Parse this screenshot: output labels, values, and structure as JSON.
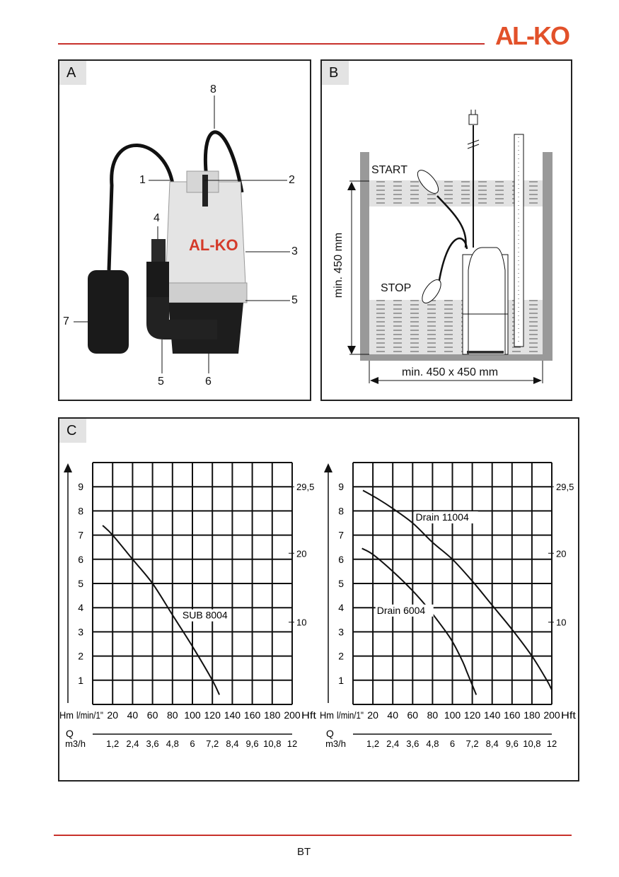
{
  "header": {
    "logo": "AL-KO",
    "brand_color": "#e2512a",
    "rule_color": "#c8312b"
  },
  "panel_a": {
    "label": "A",
    "product_logo": "AL-KO",
    "callouts": [
      "1",
      "2",
      "3",
      "4",
      "5",
      "5",
      "6",
      "7",
      "8"
    ]
  },
  "panel_b": {
    "label": "B",
    "start_label": "START",
    "stop_label": "STOP",
    "height_dim": "min. 450 mm",
    "floor_dim": "min. 450 x 450 mm"
  },
  "panel_c": {
    "label": "C"
  },
  "chart_data": [
    {
      "type": "line",
      "title": "",
      "xlabel": "l/min/1\"",
      "ylabel": "Hm",
      "secondary_xlabel": "m3/h",
      "secondary_ylabel": "Hft",
      "q_label": "Q",
      "xlim": [
        0,
        200
      ],
      "ylim": [
        0,
        10
      ],
      "grid": true,
      "x_ticks": [
        "20",
        "40",
        "60",
        "80",
        "100",
        "120",
        "140",
        "160",
        "180",
        "200"
      ],
      "x2_ticks": [
        "1,2",
        "2,4",
        "3,6",
        "4,8",
        "6",
        "7,2",
        "8,4",
        "9,6",
        "10,8",
        "12"
      ],
      "y_ticks": [
        "1",
        "2",
        "3",
        "4",
        "5",
        "6",
        "7",
        "8",
        "9"
      ],
      "hft_ticks": [
        {
          "label": "29,5",
          "at_m": 9
        },
        {
          "label": "20",
          "at_m": 6.25
        },
        {
          "label": "10",
          "at_m": 3.4
        }
      ],
      "series": [
        {
          "name": "SUB 8004",
          "label_at": [
            90,
            3.55
          ],
          "points": [
            [
              10,
              7.4
            ],
            [
              20,
              7.0
            ],
            [
              40,
              6.0
            ],
            [
              60,
              5.0
            ],
            [
              80,
              3.7
            ],
            [
              100,
              2.4
            ],
            [
              120,
              1.0
            ],
            [
              127,
              0.4
            ]
          ]
        }
      ]
    },
    {
      "type": "line",
      "title": "",
      "xlabel": "l/min/1\"",
      "ylabel": "Hm",
      "secondary_xlabel": "m3/h",
      "secondary_ylabel": "Hft",
      "q_label": "Q",
      "xlim": [
        0,
        200
      ],
      "ylim": [
        0,
        10
      ],
      "grid": true,
      "x_ticks": [
        "20",
        "40",
        "60",
        "80",
        "100",
        "120",
        "140",
        "160",
        "180",
        "200"
      ],
      "x2_ticks": [
        "1,2",
        "2,4",
        "3,6",
        "4,8",
        "6",
        "7,2",
        "8,4",
        "9,6",
        "10,8",
        "12"
      ],
      "y_ticks": [
        "1",
        "2",
        "3",
        "4",
        "5",
        "6",
        "7",
        "8",
        "9"
      ],
      "hft_ticks": [
        {
          "label": "29,5",
          "at_m": 9
        },
        {
          "label": "20",
          "at_m": 6.25
        },
        {
          "label": "10",
          "at_m": 3.4
        }
      ],
      "series": [
        {
          "name": "Drain 11004",
          "label_at": [
            63,
            7.6
          ],
          "points": [
            [
              10,
              8.85
            ],
            [
              25,
              8.5
            ],
            [
              40,
              8.1
            ],
            [
              60,
              7.5
            ],
            [
              80,
              6.7
            ],
            [
              100,
              6.0
            ],
            [
              120,
              5.1
            ],
            [
              140,
              4.1
            ],
            [
              160,
              3.1
            ],
            [
              180,
              2.0
            ],
            [
              195,
              1.0
            ],
            [
              200,
              0.6
            ]
          ]
        },
        {
          "name": "Drain 6004",
          "label_at": [
            24,
            3.75
          ],
          "points": [
            [
              9,
              6.45
            ],
            [
              20,
              6.2
            ],
            [
              40,
              5.5
            ],
            [
              60,
              4.7
            ],
            [
              75,
              4.0
            ],
            [
              90,
              3.2
            ],
            [
              100,
              2.6
            ],
            [
              110,
              1.8
            ],
            [
              115,
              1.3
            ],
            [
              120,
              0.8
            ],
            [
              124,
              0.4
            ]
          ]
        }
      ]
    }
  ],
  "footer": {
    "page_code": "BT"
  }
}
